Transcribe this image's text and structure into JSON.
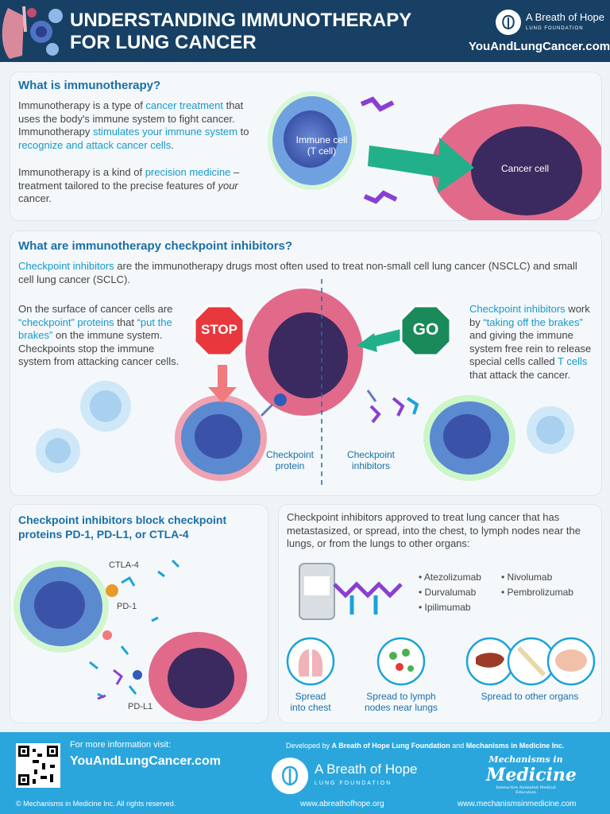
{
  "header": {
    "title_line1": "UNDERSTANDING IMMUNOTHERAPY",
    "title_line2": "FOR LUNG CANCER",
    "brand_name": "A Breath of Hope",
    "brand_sub": "LUNG FOUNDATION",
    "url": "YouAndLungCancer.com"
  },
  "section1": {
    "heading": "What is immunotherapy?",
    "p1_a": "Immunotherapy is a type of ",
    "p1_hl1": "cancer treatment",
    "p1_b": " that uses the body's immune system to fight cancer. Immunotherapy ",
    "p1_hl2": "stimulates your immune system",
    "p1_c": " to ",
    "p1_hl3": "recognize and attack cancer cells",
    "p1_d": ".",
    "p2_a": "Immunotherapy is a kind of ",
    "p2_hl": "precision medicine",
    "p2_b": " – treatment tailored to the precise features of ",
    "p2_em": "your",
    "p2_c": " cancer.",
    "immune_cell_label_1": "Immune cell",
    "immune_cell_label_2": "(T cell)",
    "cancer_cell_label": "Cancer cell"
  },
  "section2": {
    "heading": "What are immunotherapy checkpoint inhibitors?",
    "intro_hl": "Checkpoint inhibitors",
    "intro_rest": " are the immunotherapy drugs most often used to treat non-small cell lung cancer (NSCLC) and small cell lung cancer (SCLC).",
    "left_a": "On the surface of cancer cells are ",
    "left_hl1": "“checkpoint” proteins",
    "left_b": " that ",
    "left_hl2": "“put the brakes”",
    "left_c": " on the immune system. Checkpoints stop the immune system from attacking cancer cells.",
    "right_hl1": "Checkpoint inhibitors",
    "right_a": " work by ",
    "right_hl2": "“taking off the brakes”",
    "right_b": " and giving the immune system free rein to release special cells called ",
    "right_hl3": "T cells",
    "right_c": " that attack the cancer.",
    "stop_sign": "STOP",
    "go_sign": "GO",
    "checkpoint_protein_1": "Checkpoint",
    "checkpoint_protein_2": "protein",
    "checkpoint_inhib_1": "Checkpoint",
    "checkpoint_inhib_2": "inhibitors"
  },
  "section3": {
    "heading_1": "Checkpoint inhibitors block checkpoint",
    "heading_2": "proteins PD-1, PD-L1, or CTLA-4",
    "ctla4": "CTLA-4",
    "pd1": "PD-1",
    "pdl1": "PD-L1"
  },
  "section4": {
    "intro": "Checkpoint inhibitors approved to treat lung cancer that has metastasized, or spread, into the chest, to lymph nodes near the lungs, or from the lungs to other organs:",
    "drugs_col1": [
      "Atezolizumab",
      "Durvalumab",
      "Ipilimumab"
    ],
    "drugs_col2": [
      "Nivolumab",
      "Pembrolizumab"
    ],
    "spread_chest_1": "Spread",
    "spread_chest_2": "into chest",
    "spread_lymph_1": "Spread to lymph",
    "spread_lymph_2": "nodes near lungs",
    "spread_organs": "Spread to other organs"
  },
  "footer": {
    "more_info": "For more information visit:",
    "url": "YouAndLungCancer.com",
    "copyright": "© Mechanisms in Medicine Inc. All rights reserved.",
    "dev_prefix": "Developed by ",
    "dev_org1": "A Breath of Hope Lung Foundation",
    "dev_and": " and ",
    "dev_org2": "Mechanisms in Medicine Inc.",
    "brand_name": "A Breath of Hope",
    "brand_sub": "LUNG FOUNDATION",
    "site1": "www.abreathofhope.org",
    "site2": "www.mechanismsinmedicine.com",
    "mim_a": "Mechanisms in",
    "mim_b": "Medicine",
    "mim_c": "Interactive Animated Medical Education"
  },
  "colors": {
    "header_bg": "#174064",
    "footer_bg": "#2aa6dd",
    "heading": "#1a6fa6",
    "highlight": "#1899c9",
    "stop": "#e8383d",
    "go": "#1a8a5a"
  }
}
